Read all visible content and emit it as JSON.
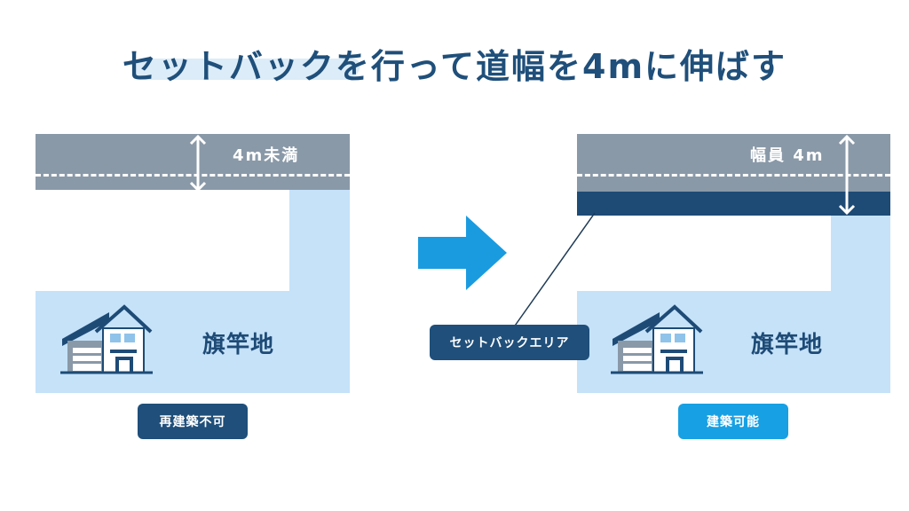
{
  "title": "セットバックを行って道幅を4mに伸ばす",
  "left_panel": {
    "road_label": "4m未満",
    "lot_label": "旗竿地",
    "badge": "再建築不可"
  },
  "right_panel": {
    "road_label": "幅員 4m",
    "lot_label": "旗竿地",
    "badge": "建築可能",
    "callout": "セットバックエリア"
  },
  "colors": {
    "road": "#8a99a8",
    "lot": "#c5e2f9",
    "setback_area": "#1e4b76",
    "arrow": "#1a9be0",
    "badge_dark": "#1f4f7a",
    "badge_light": "#17a0e3",
    "title": "#1f4f7a"
  },
  "icons": [
    "house-icon",
    "double-arrow-icon",
    "right-arrow-icon"
  ]
}
